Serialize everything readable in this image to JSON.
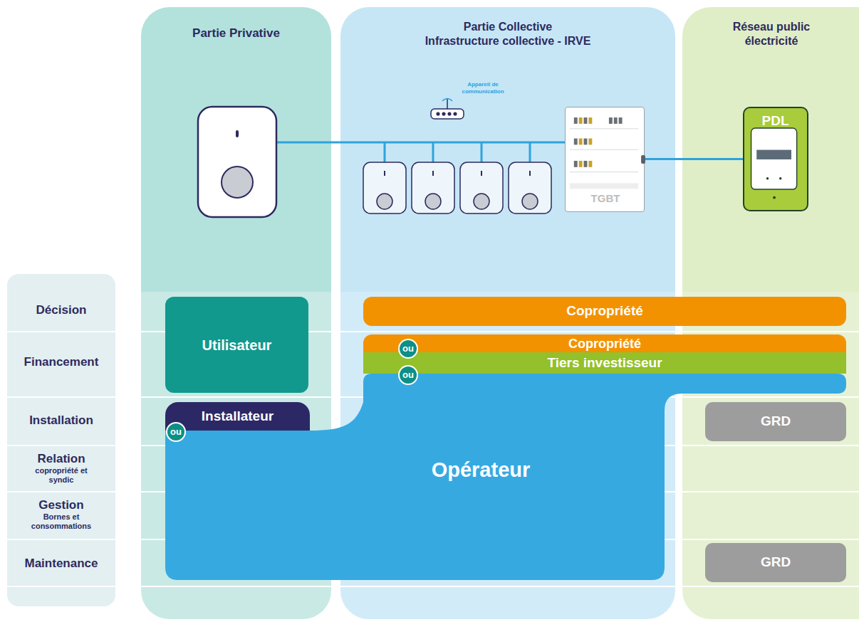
{
  "diagram": {
    "nodes": [
      {
        "text": [
          "Partie Privative"
        ]
      },
      {
        "text": [
          "Partie Collective",
          "Infrastructure collective - IRVE"
        ]
      },
      {
        "text": [
          "Réseau public électricité"
        ]
      },
      {
        "text": [
          "TGBT"
        ],
        "in": 1
      },
      {
        "text": [
          "PDL"
        ],
        "in": 2
      },
      {
        "text": [
          "Décision",
          "Financement",
          "Installation",
          "Relation",
          "copropriété et syndic",
          "Gestion",
          "Bornes et consommations",
          "Maintenance"
        ]
      },
      {
        "text": [
          "Copropriété"
        ]
      },
      {
        "text": [
          "Utilisateur"
        ],
        "in": 0
      },
      {
        "text": [
          "Copropriété"
        ]
      },
      {
        "text": [
          "Tiers investisseur"
        ]
      },
      {
        "text": [
          "Installateur"
        ],
        "in": 0
      },
      {
        "text": [
          "Opérateur"
        ]
      },
      {
        "text": [
          "GRD"
        ],
        "in": 2
      },
      {
        "text": [
          "GRD"
        ],
        "in": 2
      },
      {
        "text": [
          "ou"
        ]
      },
      {
        "text": [
          "ou"
        ]
      },
      {
        "text": [
          "ou"
        ]
      }
    ],
    "edges": [
      {
        "from": 3,
        "to": 4,
        "arrow": "none"
      }
    ],
    "labels": [
      "Appareil de communication"
    ]
  }
}
